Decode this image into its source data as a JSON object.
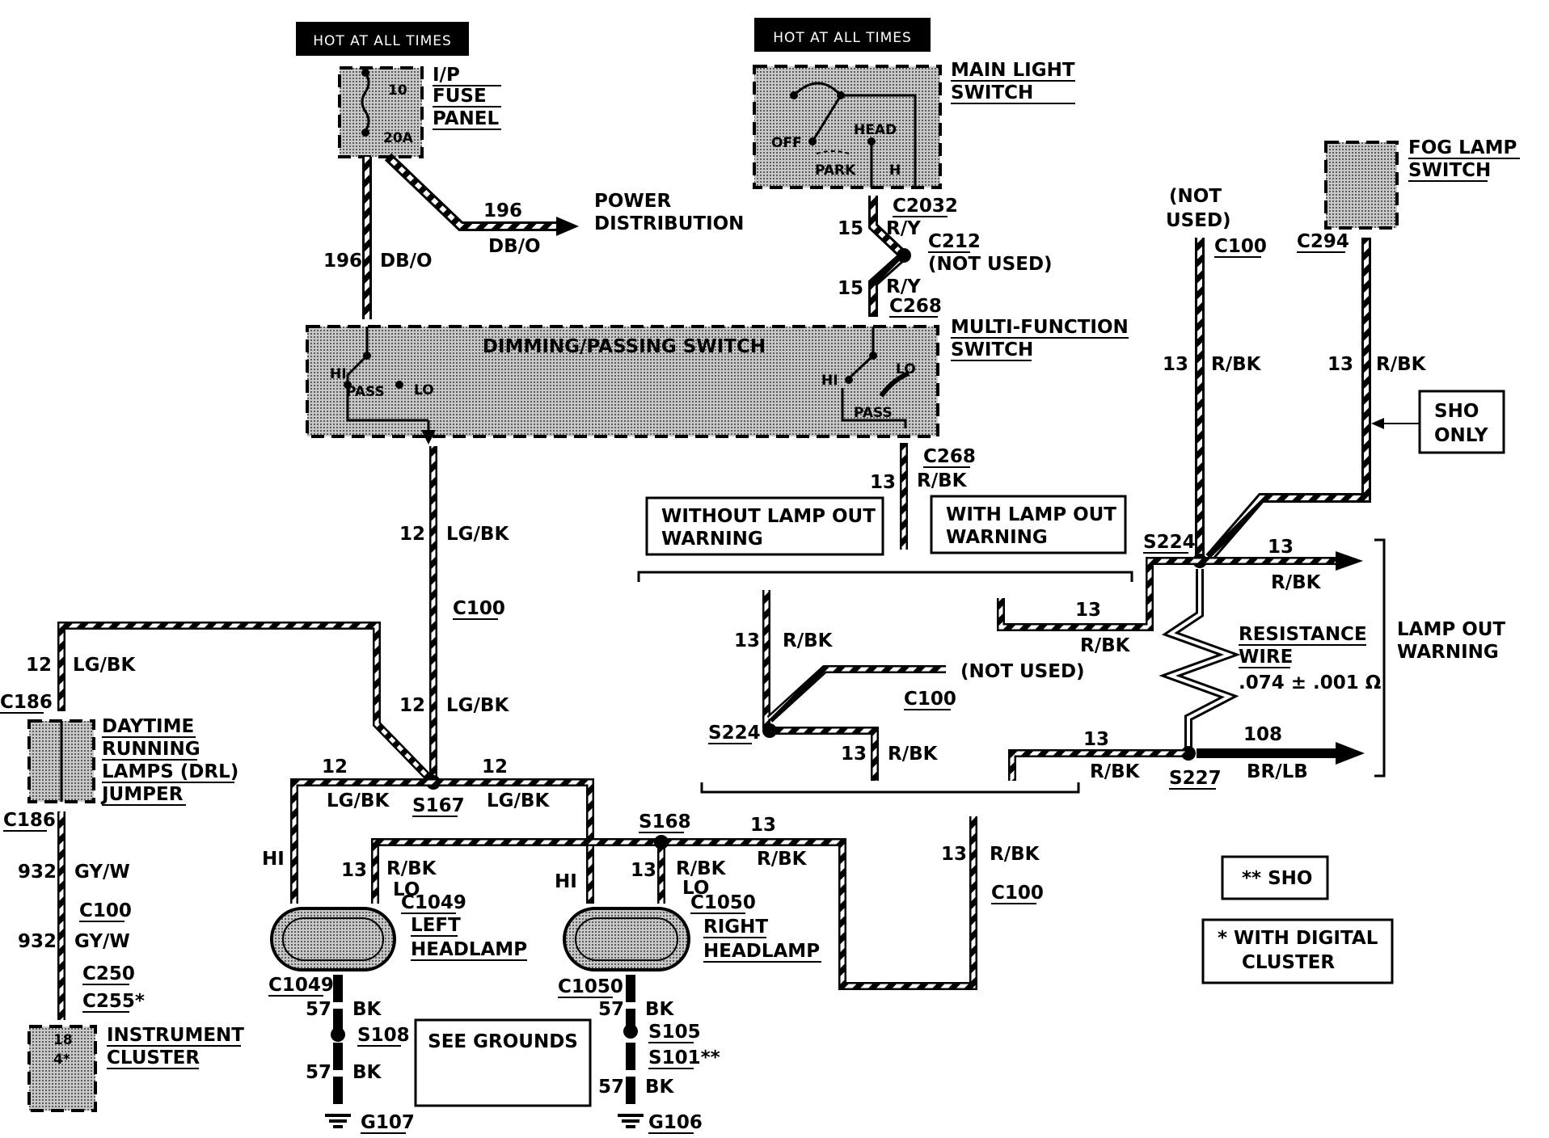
{
  "hot_labels": [
    "HOT AT ALL TIMES",
    "HOT AT ALL TIMES"
  ],
  "fuse_panel": {
    "lines": [
      "I/P",
      "FUSE",
      "PANEL"
    ],
    "fuse_num": "10",
    "fuse_amp": "20A"
  },
  "main_light_switch": {
    "lines": [
      "MAIN LIGHT",
      "SWITCH"
    ],
    "off": "OFF",
    "head": "HEAD",
    "park": "PARK",
    "h": "H"
  },
  "power_distribution": {
    "lines": [
      "POWER",
      "DISTRIBUTION"
    ],
    "circuit": "196",
    "color": "DB/O"
  },
  "fuse_wire": {
    "circuit": "196",
    "color": "DB/O"
  },
  "c2032": "C2032",
  "wire15_top": {
    "circuit": "15",
    "color": "R/Y"
  },
  "c212": "C212",
  "not_used_paren": "(NOT USED)",
  "wire15_bottom": {
    "circuit": "15",
    "color": "R/Y"
  },
  "c268_top": "C268",
  "multifunction": {
    "lines": [
      "MULTI-FUNCTION",
      "SWITCH"
    ],
    "title": "DIMMING/PASSING SWITCH",
    "hi": "HI",
    "pass": "PASS",
    "lo": "LO"
  },
  "fog_lamp": {
    "lines": [
      "FOG LAMP",
      "SWITCH"
    ],
    "connector": "C294"
  },
  "not_used_top": [
    "(NOT",
    "USED)"
  ],
  "c100_top": "C100",
  "wire13_rbk": {
    "circuit": "13",
    "color": "R/BK"
  },
  "sho_only": [
    "SHO",
    "ONLY"
  ],
  "c268_mid": "C268",
  "without_lamp_out": [
    "WITHOUT LAMP OUT",
    "WARNING"
  ],
  "with_lamp_out": [
    "WITH LAMP OUT",
    "WARNING"
  ],
  "s224": "S224",
  "resistance_wire": [
    "RESISTANCE",
    "WIRE",
    ".074 ± .001 Ω"
  ],
  "lamp_out_warning": [
    "LAMP OUT",
    "WARNING"
  ],
  "not_used_c100": "(NOT USED)",
  "c100": "C100",
  "s227": "S227",
  "wire108": {
    "circuit": "108",
    "color": "BR/LB"
  },
  "wire12_lgbk": {
    "circuit": "12",
    "color": "LG/BK"
  },
  "c186": "C186",
  "drl": [
    "DAYTIME",
    "RUNNING",
    "LAMPS (DRL)",
    "JUMPER"
  ],
  "wire932": {
    "circuit": "932",
    "color": "GY/W"
  },
  "c250": "C250",
  "c255": "C255*",
  "instrument_cluster": [
    "INSTRUMENT",
    "CLUSTER"
  ],
  "cluster_pins": [
    "18",
    "4*"
  ],
  "s167": "S167",
  "s168": "S168",
  "hi": "HI",
  "lo": "LO",
  "left_headlamp": {
    "connector": "C1049",
    "lines": [
      "LEFT",
      "HEADLAMP"
    ]
  },
  "right_headlamp": {
    "connector": "C1050",
    "lines": [
      "RIGHT",
      "HEADLAMP"
    ]
  },
  "wire57": {
    "circuit": "57",
    "color": "BK"
  },
  "s108": "S108",
  "g107": "G107",
  "s105": "S105",
  "s101": "S101**",
  "g106": "G106",
  "see_grounds": "SEE GROUNDS",
  "legend_sho": "** SHO",
  "legend_digital": [
    "*  WITH DIGITAL",
    "CLUSTER"
  ]
}
